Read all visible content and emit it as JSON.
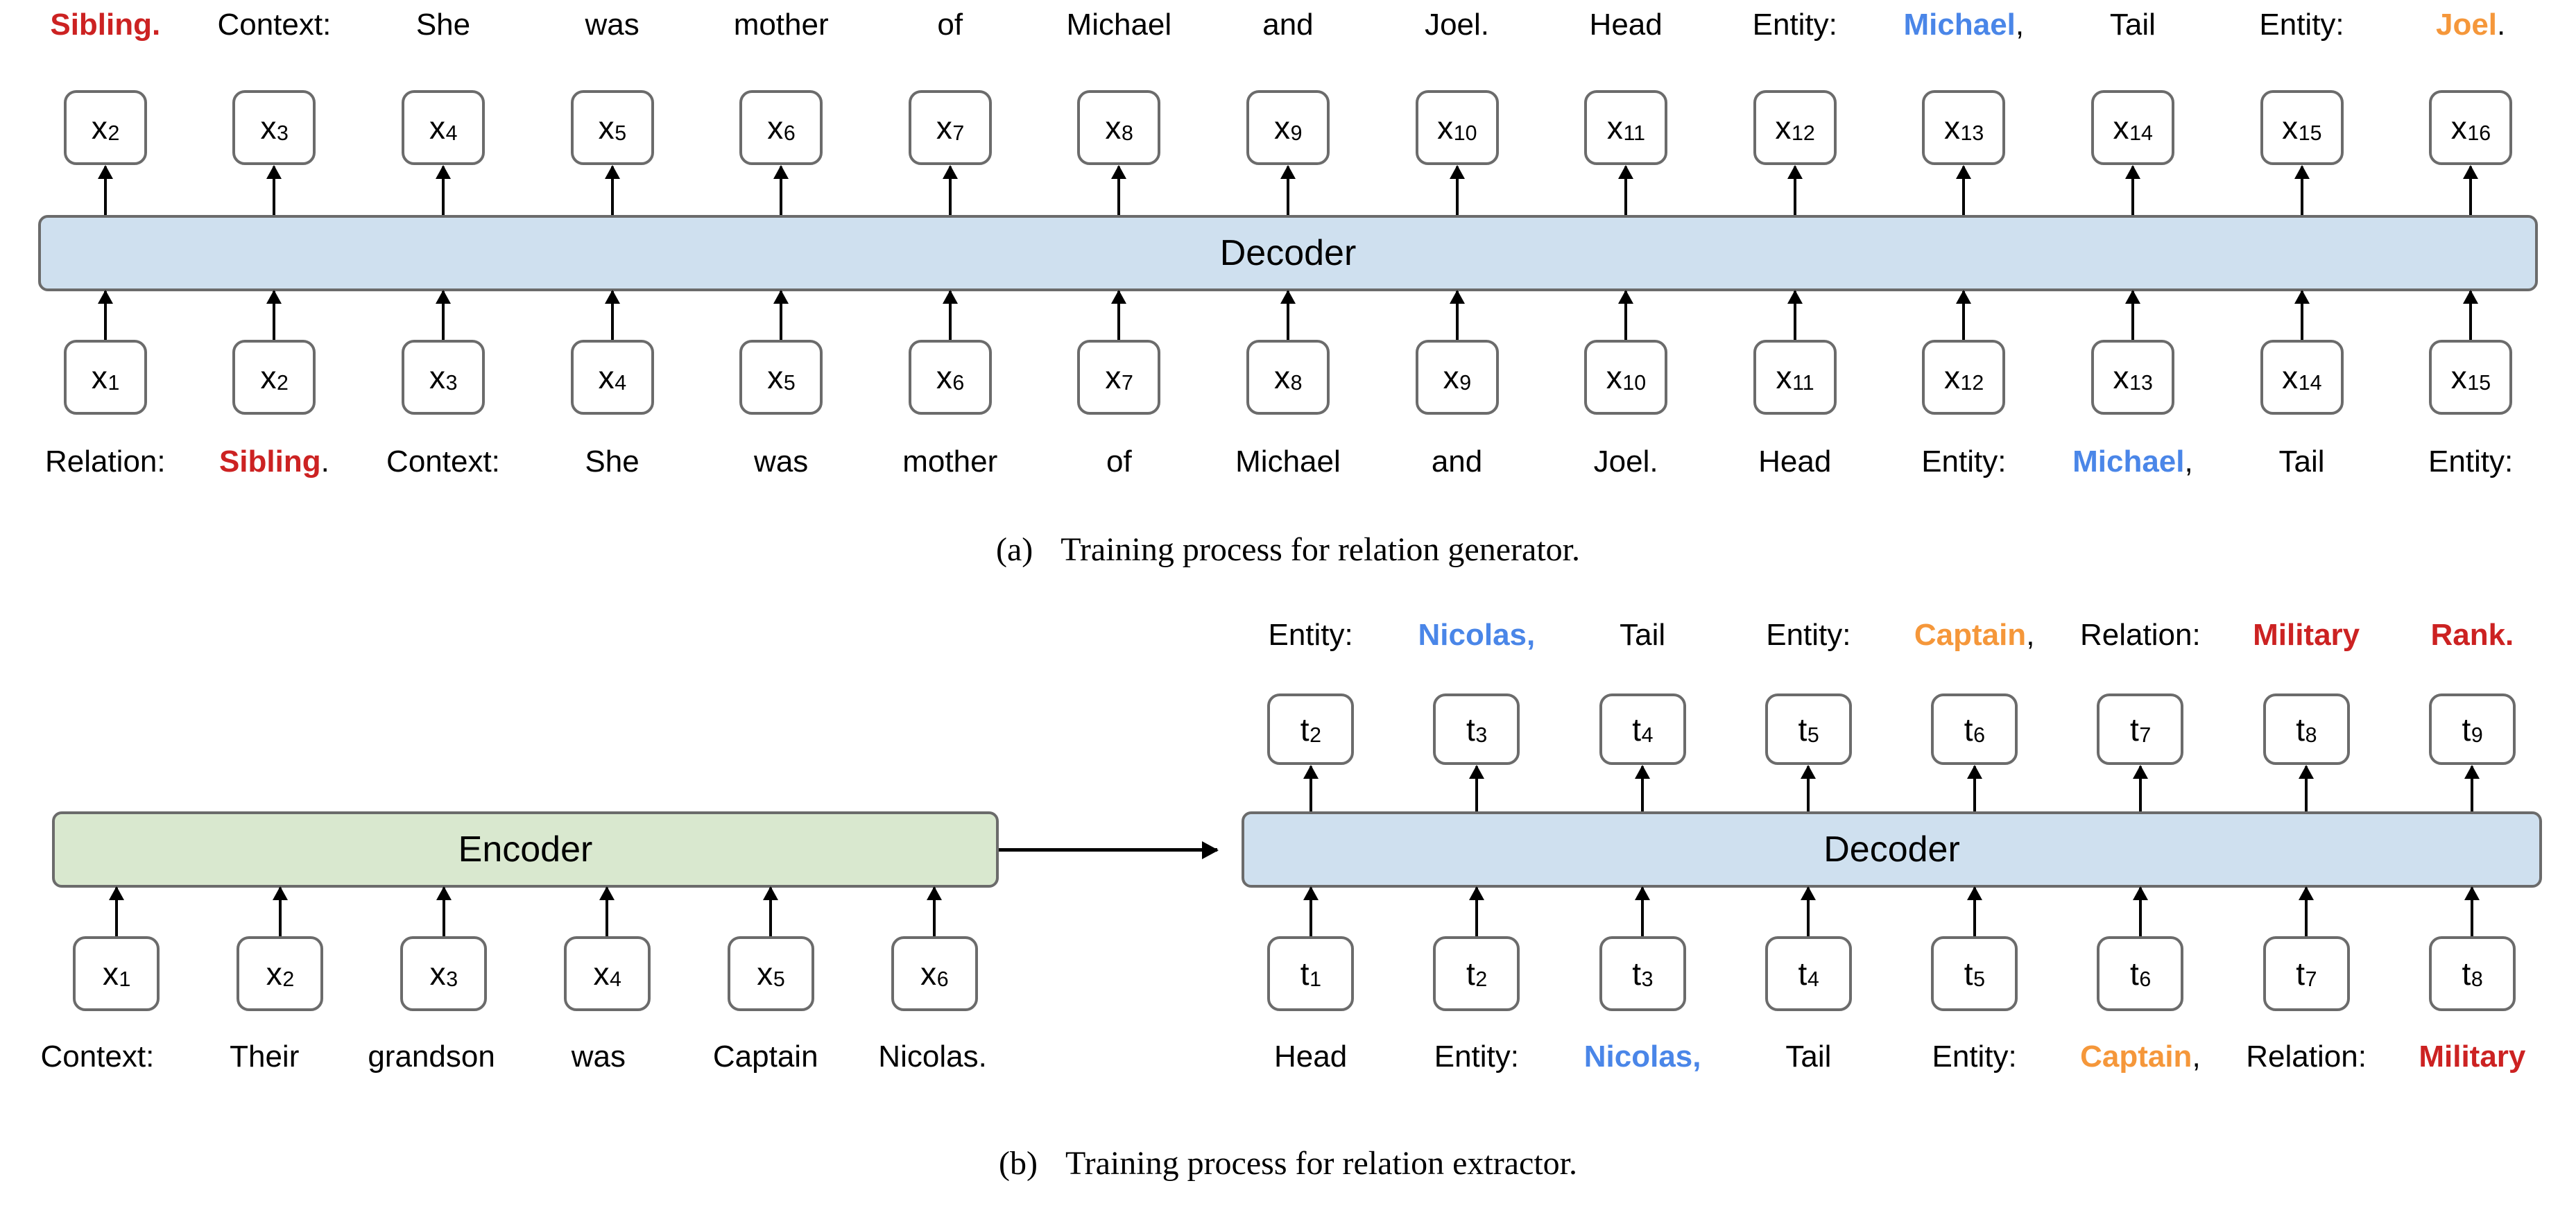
{
  "colors": {
    "relation_red": "#CC2222",
    "head_entity_blue": "#4A86E8",
    "tail_entity_orange": "#F5973A",
    "decoder_fill": "#CFE0EF",
    "encoder_fill": "#D9E8CF",
    "box_stroke": "#6B6B6B",
    "text_black": "#000000"
  },
  "panel_a": {
    "caption_tag": "(a)",
    "caption_text": "Training process for relation generator.",
    "decoder_label": "Decoder",
    "output_tokens": [
      "x₂",
      "x₃",
      "x₄",
      "x₅",
      "x₆",
      "x₇",
      "x₈",
      "x₉",
      "x₁₀",
      "x₁₁",
      "x₁₂",
      "x₁₃",
      "x₁₄",
      "x₁₅",
      "x₁₆"
    ],
    "output_indices": [
      2,
      3,
      4,
      5,
      6,
      7,
      8,
      9,
      10,
      11,
      12,
      13,
      14,
      15,
      16
    ],
    "input_tokens": [
      "x₁",
      "x₂",
      "x₃",
      "x₄",
      "x₅",
      "x₆",
      "x₇",
      "x₈",
      "x₉",
      "x₁₀",
      "x₁₁",
      "x₁₂",
      "x₁₃",
      "x₁₄",
      "x₁₅"
    ],
    "input_indices": [
      1,
      2,
      3,
      4,
      5,
      6,
      7,
      8,
      9,
      10,
      11,
      12,
      13,
      14,
      15
    ],
    "token_base": "x",
    "output_labels": [
      [
        {
          "t": "Sibling.",
          "c": "red",
          "b": true
        }
      ],
      [
        {
          "t": "Context:",
          "c": "black",
          "b": false
        }
      ],
      [
        {
          "t": "She",
          "c": "black",
          "b": false
        }
      ],
      [
        {
          "t": "was",
          "c": "black",
          "b": false
        }
      ],
      [
        {
          "t": "mother",
          "c": "black",
          "b": false
        }
      ],
      [
        {
          "t": "of",
          "c": "black",
          "b": false
        }
      ],
      [
        {
          "t": "Michael",
          "c": "black",
          "b": false
        }
      ],
      [
        {
          "t": "and",
          "c": "black",
          "b": false
        }
      ],
      [
        {
          "t": "Joel.",
          "c": "black",
          "b": false
        }
      ],
      [
        {
          "t": "Head",
          "c": "black",
          "b": false
        }
      ],
      [
        {
          "t": "Entity:",
          "c": "black",
          "b": false
        }
      ],
      [
        {
          "t": "Michael",
          "c": "blue",
          "b": true
        },
        {
          "t": ",",
          "c": "black",
          "b": false
        }
      ],
      [
        {
          "t": "Tail",
          "c": "black",
          "b": false
        }
      ],
      [
        {
          "t": "Entity:",
          "c": "black",
          "b": false
        }
      ],
      [
        {
          "t": "Joel",
          "c": "orange",
          "b": true
        },
        {
          "t": ".",
          "c": "black",
          "b": false
        }
      ]
    ],
    "input_labels": [
      [
        {
          "t": "Relation:",
          "c": "black",
          "b": false
        }
      ],
      [
        {
          "t": "Sibling",
          "c": "red",
          "b": true
        },
        {
          "t": ".",
          "c": "black",
          "b": false
        }
      ],
      [
        {
          "t": "Context:",
          "c": "black",
          "b": false
        }
      ],
      [
        {
          "t": "She",
          "c": "black",
          "b": false
        }
      ],
      [
        {
          "t": "was",
          "c": "black",
          "b": false
        }
      ],
      [
        {
          "t": "mother",
          "c": "black",
          "b": false
        }
      ],
      [
        {
          "t": "of",
          "c": "black",
          "b": false
        }
      ],
      [
        {
          "t": "Michael",
          "c": "black",
          "b": false
        }
      ],
      [
        {
          "t": "and",
          "c": "black",
          "b": false
        }
      ],
      [
        {
          "t": "Joel.",
          "c": "black",
          "b": false
        }
      ],
      [
        {
          "t": "Head",
          "c": "black",
          "b": false
        }
      ],
      [
        {
          "t": "Entity:",
          "c": "black",
          "b": false
        }
      ],
      [
        {
          "t": "Michael",
          "c": "blue",
          "b": true
        },
        {
          "t": ",",
          "c": "black",
          "b": false
        }
      ],
      [
        {
          "t": "Tail",
          "c": "black",
          "b": false
        }
      ],
      [
        {
          "t": "Entity:",
          "c": "black",
          "b": false
        }
      ]
    ]
  },
  "panel_b": {
    "caption_tag": "(b)",
    "caption_text": "Training process for relation extractor.",
    "encoder_label": "Encoder",
    "decoder_label": "Decoder",
    "encoder_input_tokens": [
      "x₁",
      "x₂",
      "x₃",
      "x₄",
      "x₅",
      "x₆"
    ],
    "encoder_input_indices": [
      1,
      2,
      3,
      4,
      5,
      6
    ],
    "encoder_token_base": "x",
    "encoder_input_labels": [
      [
        {
          "t": "Context:",
          "c": "black",
          "b": false
        }
      ],
      [
        {
          "t": "Their",
          "c": "black",
          "b": false
        }
      ],
      [
        {
          "t": "grandson",
          "c": "black",
          "b": false
        }
      ],
      [
        {
          "t": "was",
          "c": "black",
          "b": false
        }
      ],
      [
        {
          "t": "Captain",
          "c": "black",
          "b": false
        }
      ],
      [
        {
          "t": "Nicolas.",
          "c": "black",
          "b": false
        }
      ]
    ],
    "decoder_output_tokens": [
      "t₂",
      "t₃",
      "t₄",
      "t₅",
      "t₆",
      "t₇",
      "t₈",
      "t₉"
    ],
    "decoder_output_indices": [
      2,
      3,
      4,
      5,
      6,
      7,
      8,
      9
    ],
    "decoder_input_tokens": [
      "t₁",
      "t₂",
      "t₃",
      "t₄",
      "t₅",
      "t₆",
      "t₇",
      "t₈"
    ],
    "decoder_input_indices": [
      1,
      2,
      3,
      4,
      5,
      6,
      7,
      8
    ],
    "decoder_token_base": "t",
    "decoder_output_labels": [
      [
        {
          "t": "Entity:",
          "c": "black",
          "b": false
        }
      ],
      [
        {
          "t": "Nicolas,",
          "c": "blue",
          "b": true
        }
      ],
      [
        {
          "t": "Tail",
          "c": "black",
          "b": false
        }
      ],
      [
        {
          "t": "Entity:",
          "c": "black",
          "b": false
        }
      ],
      [
        {
          "t": "Captain",
          "c": "orange",
          "b": true
        },
        {
          "t": ",",
          "c": "black",
          "b": false
        }
      ],
      [
        {
          "t": "Relation:",
          "c": "black",
          "b": false
        }
      ],
      [
        {
          "t": "Military",
          "c": "red",
          "b": true
        }
      ],
      [
        {
          "t": "Rank.",
          "c": "red",
          "b": true
        }
      ]
    ],
    "decoder_input_labels": [
      [
        {
          "t": "Head",
          "c": "black",
          "b": false
        }
      ],
      [
        {
          "t": "Entity:",
          "c": "black",
          "b": false
        }
      ],
      [
        {
          "t": "Nicolas,",
          "c": "blue",
          "b": true
        }
      ],
      [
        {
          "t": "Tail",
          "c": "black",
          "b": false
        }
      ],
      [
        {
          "t": "Entity:",
          "c": "black",
          "b": false
        }
      ],
      [
        {
          "t": "Captain",
          "c": "orange",
          "b": true
        },
        {
          "t": ",",
          "c": "black",
          "b": false
        }
      ],
      [
        {
          "t": "Relation:",
          "c": "black",
          "b": false
        }
      ],
      [
        {
          "t": "Military",
          "c": "red",
          "b": true
        }
      ]
    ]
  }
}
